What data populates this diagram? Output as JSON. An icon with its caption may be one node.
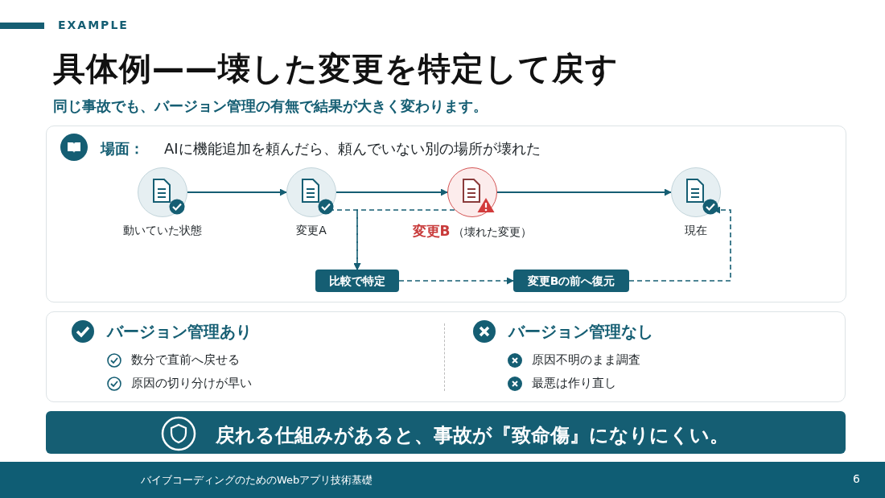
{
  "diagram": {
    "title": "具体例——壊した変更を特定して戻す",
    "nodes": [
      {
        "text": [
          "場面：",
          "AIに機能追加を頼んだら、頼んでいない別の場所が壊れた"
        ]
      },
      {
        "text": [],
        "shape": "circle",
        "in": 0,
        "beside": [
          "動いていた状態"
        ]
      },
      {
        "text": [],
        "shape": "circle",
        "in": 0,
        "beside": [
          "変更A"
        ]
      },
      {
        "text": [],
        "shape": "circle",
        "in": 0,
        "beside": [
          "変更B",
          "（壊れた変更）"
        ]
      },
      {
        "text": [],
        "shape": "circle",
        "in": 0,
        "beside": [
          "現在"
        ]
      },
      {
        "text": [
          "比較で特定"
        ],
        "in": 0
      },
      {
        "text": [
          "変更Bの前へ復元"
        ],
        "in": 0
      }
    ],
    "edges": [
      {
        "from": 1,
        "to": 2,
        "arrow": "to"
      },
      {
        "from": 2,
        "to": 3,
        "arrow": "to"
      },
      {
        "from": 3,
        "to": 4,
        "arrow": "to"
      },
      {
        "from": 2,
        "to": 5,
        "arrow": "to",
        "style": "dashed"
      },
      {
        "from": 3,
        "to": 5,
        "arrow": "to",
        "style": "dashed"
      },
      {
        "from": 5,
        "to": 6,
        "arrow": "to",
        "style": "dashed"
      },
      {
        "from": 6,
        "to": 4,
        "arrow": "to",
        "style": "dashed"
      }
    ],
    "labels": [
      "EXAMPLE",
      "同じ事故でも、バージョン管理の有無で結果が大きく変わります。",
      "バージョン管理あり",
      "数分で直前へ戻せる",
      "原因の切り分けが早い",
      "バージョン管理なし",
      "原因不明のまま調査",
      "最悪は作り直し",
      "戻れる仕組みがあると、事故が『致命傷』になりにくい。",
      "バイブコーディングのためのWebアプリ技術基礎",
      "6"
    ]
  }
}
